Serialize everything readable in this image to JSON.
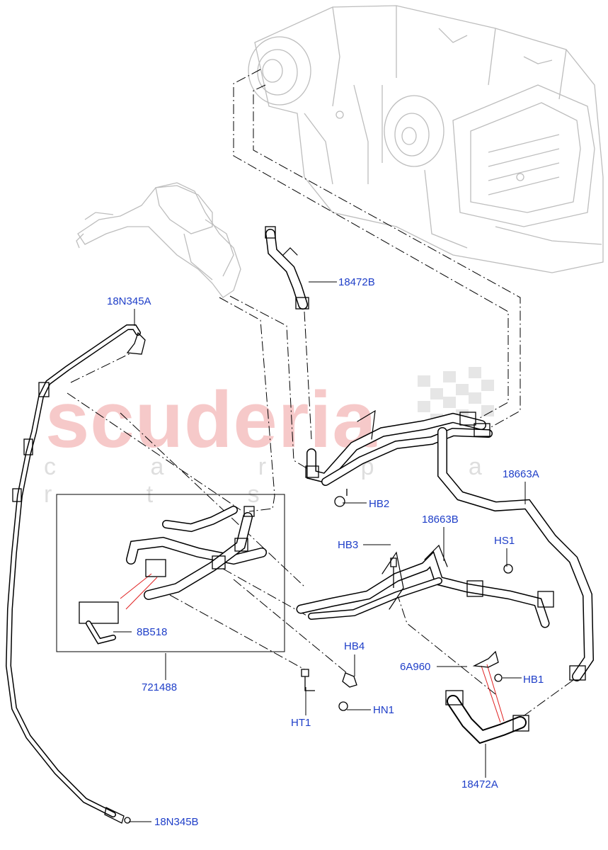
{
  "watermark": {
    "brand": "scuderia",
    "sub": "c a r p a r t s"
  },
  "labels": {
    "p18472B": "18472B",
    "p18N345A": "18N345A",
    "pHB2": "HB2",
    "p18663A": "18663A",
    "p18663B": "18663B",
    "pHB3": "HB3",
    "pHS1": "HS1",
    "p8B518": "8B518",
    "pHB4": "HB4",
    "p6A960": "6A960",
    "pHB1": "HB1",
    "p721488": "721488",
    "pHN1": "HN1",
    "pHT1": "HT1",
    "p18472A": "18472A",
    "p18N345B": "18N345B"
  },
  "colors": {
    "label": "#1e3ec8",
    "line": "#000000",
    "ghost": "#b9b9b9",
    "watermark": "#f6c9c9"
  }
}
